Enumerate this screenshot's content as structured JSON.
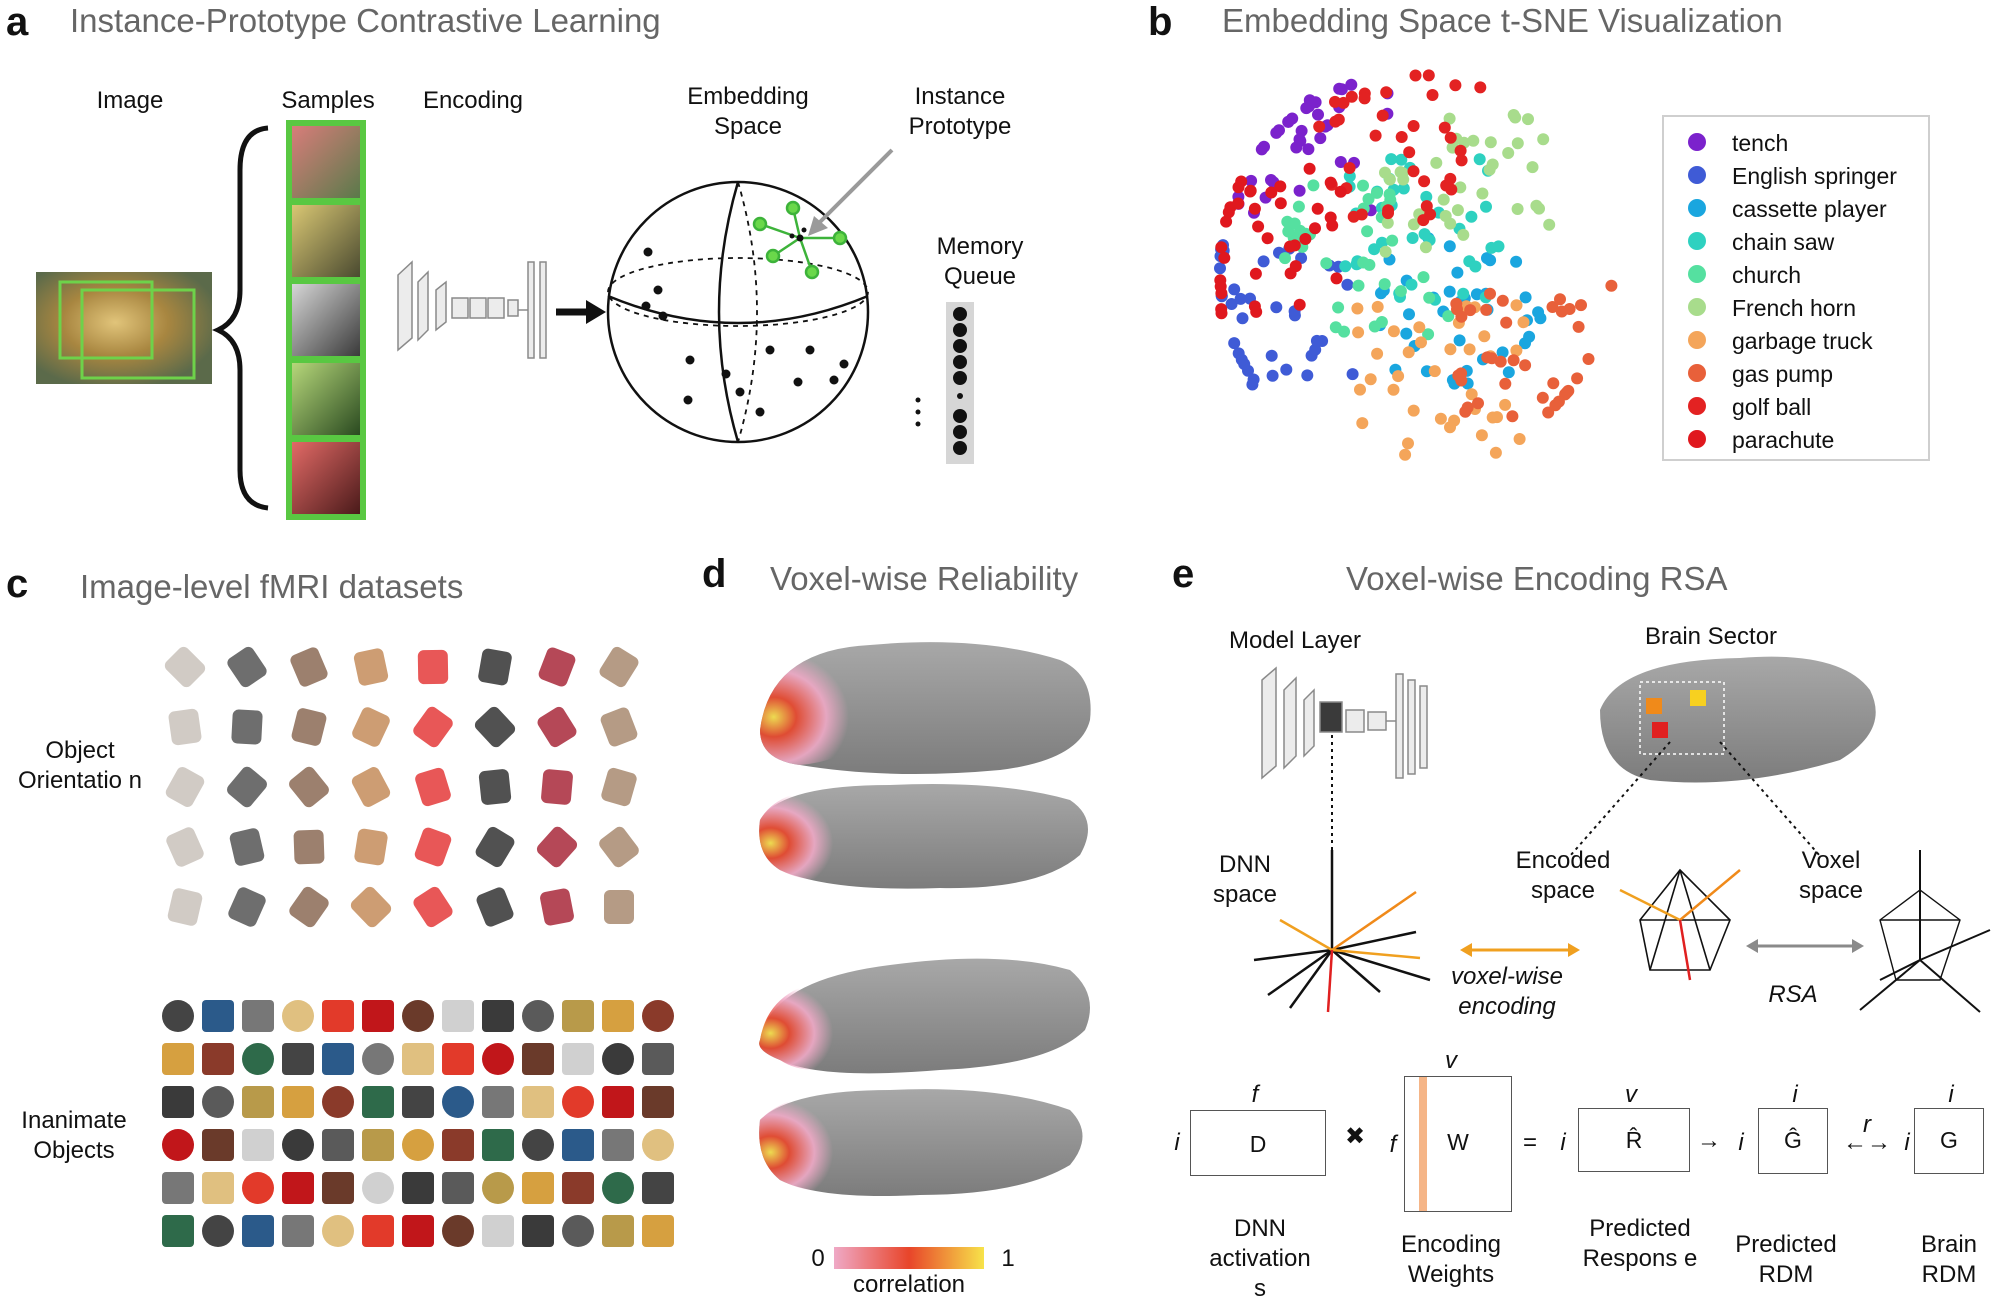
{
  "panels": {
    "a": {
      "letter": "a",
      "title": "Instance-Prototype Contrastive Learning",
      "labels": {
        "image": "Image",
        "samples": "Samples",
        "encoding": "Encoding",
        "embedding_space": "Embedding Space",
        "instance_prototype": "Instance Prototype",
        "memory_queue": "Memory Queue"
      }
    },
    "b": {
      "letter": "b",
      "title": "Embedding Space t-SNE Visualization",
      "legend": [
        {
          "label": "tench",
          "color": "#7B22CC"
        },
        {
          "label": "English springer",
          "color": "#3F5BD6"
        },
        {
          "label": "cassette player",
          "color": "#1AA6DF"
        },
        {
          "label": "chain saw",
          "color": "#2ED1C0"
        },
        {
          "label": "church",
          "color": "#55E0A0"
        },
        {
          "label": "French horn",
          "color": "#A8DC8C"
        },
        {
          "label": "garbage truck",
          "color": "#F4A55A"
        },
        {
          "label": "gas pump",
          "color": "#E8603A"
        },
        {
          "label": "golf ball",
          "color": "#E32222"
        },
        {
          "label": "parachute",
          "color": "#E0181E"
        }
      ]
    },
    "c": {
      "letter": "c",
      "title": "Image-level fMRI datasets",
      "labels": {
        "object_orientation": "Object Orientatio n",
        "inanimate_objects": "Inanimate Objects"
      }
    },
    "d": {
      "letter": "d",
      "title": "Voxel-wise Reliability",
      "colorbar": {
        "min_label": "0",
        "max_label": "1",
        "label": "correlation",
        "colors": [
          "#EFA9C6",
          "#E8452A",
          "#F7E34A"
        ]
      }
    },
    "e": {
      "letter": "e",
      "title": "Voxel-wise Encoding RSA",
      "labels": {
        "model_layer": "Model Layer",
        "brain_sector": "Brain Sector",
        "dnn_space": "DNN space",
        "encoded_space": "Encoded space",
        "voxel_space": "Voxel space",
        "voxel_wise_encoding": "voxel-wise encoding",
        "rsa": "RSA"
      },
      "matrices": {
        "D": "D",
        "W": "W",
        "R": "R̂",
        "G_hat": "Ĝ",
        "G": "G",
        "f": "f",
        "i": "i",
        "v": "v",
        "r": "r",
        "times": "✖",
        "equals": "=",
        "arrow": "→",
        "double_arrow": "←→"
      },
      "captions": {
        "dnn_activations": "DNN activation s",
        "encoding_weights": "Encoding Weights",
        "predicted_response": "Predicted Respons e",
        "predicted_rdm": "Predicted RDM",
        "brain_rdm": "Brain RDM"
      }
    }
  }
}
